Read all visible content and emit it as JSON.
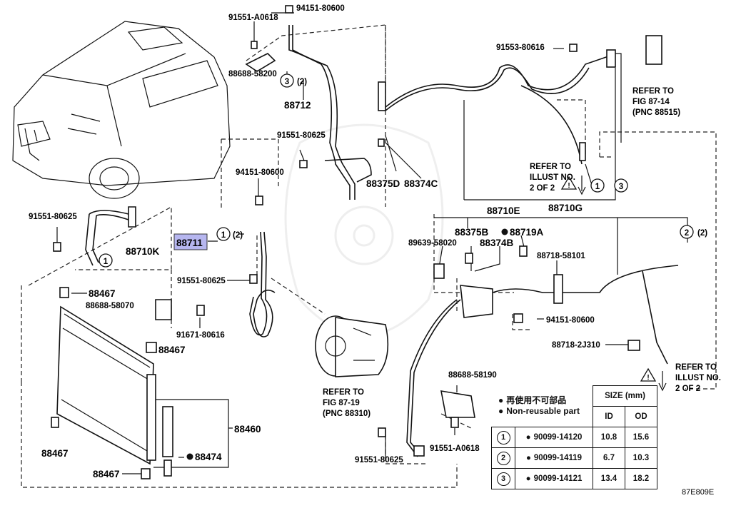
{
  "diagram": {
    "code": "87E809E",
    "highlighted_part": "88711",
    "part_numbers": {
      "p94151_80600_top": "94151-80600",
      "p91551_A0618_top": "91551-A0618",
      "p88688_58200": "88688-58200",
      "p88712": "88712",
      "p91551_80625_mid": "91551-80625",
      "p94151_80600_mid": "94151-80600",
      "p88711": "88711",
      "p91551_80625_left": "91551-80625",
      "p88710K": "88710K",
      "p91551_80625_low": "91551-80625",
      "p88467_a": "88467",
      "p88688_58070": "88688-58070",
      "p91671_80616": "91671-80616",
      "p88467_b": "88467",
      "p88460": "88460",
      "p88467_c": "88467",
      "p88474": "88474",
      "p88467_d": "88467",
      "p91553_80616": "91553-80616",
      "p88375D": "88375D",
      "p88374C": "88374C",
      "p88710E": "88710E",
      "p88710G": "88710G",
      "p88375B": "88375B",
      "p88719A": "88719A",
      "p89639_58020": "89639-58020",
      "p88374B": "88374B",
      "p88718_58101": "88718-58101",
      "p94151_80600_right": "94151-80600",
      "p88718_2J310": "88718-2J310",
      "p88688_58190": "88688-58190",
      "p91551_A0618_low": "91551-A0618",
      "p91551_80625_bottom": "91551-80625"
    },
    "callouts": {
      "c3_2": "(2)",
      "c1_2": "(2)",
      "c2_2": "(2)",
      "one": "1",
      "two": "2",
      "three": "3"
    },
    "refs": {
      "fig_87_14": [
        "REFER TO",
        "FIG 87-14",
        "(PNC 88515)"
      ],
      "fig_87_19": [
        "REFER TO",
        "FIG 87-19",
        "(PNC 88310)"
      ],
      "illust_mid": [
        "REFER TO",
        "ILLUST NO.",
        "2 OF 2"
      ],
      "illust_right": [
        "REFER TO",
        "ILLUST NO.",
        "2 OF 2"
      ]
    }
  },
  "legend": {
    "notes": [
      "再使用不可部品",
      "Non-reusable part"
    ],
    "size_header": "SIZE (mm)",
    "col_id": "ID",
    "col_od": "OD",
    "rows": [
      {
        "num": "1",
        "part": "90099-14120",
        "id": "10.8",
        "od": "15.6"
      },
      {
        "num": "2",
        "part": "90099-14119",
        "id": "6.7",
        "od": "10.3"
      },
      {
        "num": "3",
        "part": "90099-14121",
        "id": "13.4",
        "od": "18.2"
      }
    ]
  }
}
